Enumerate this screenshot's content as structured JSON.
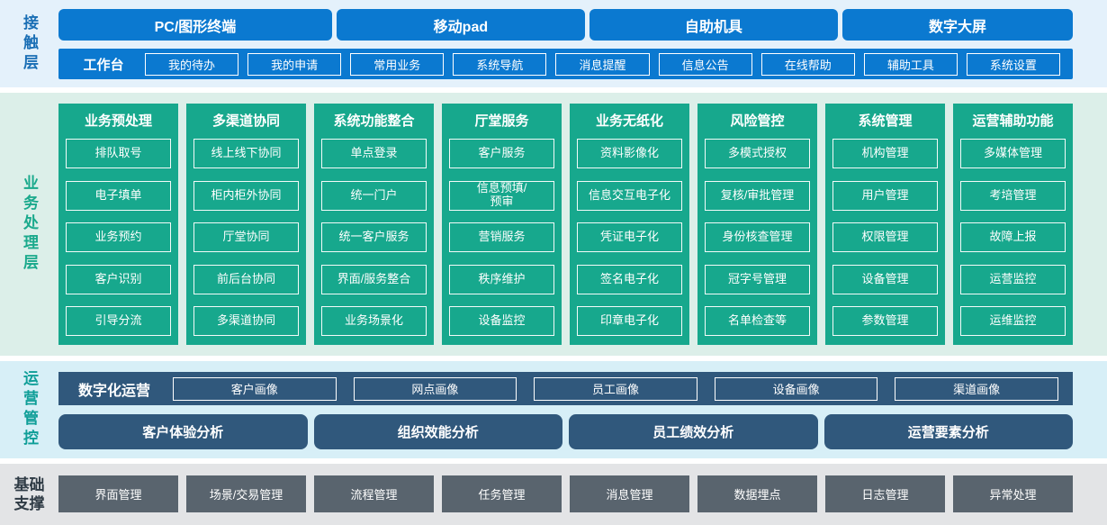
{
  "colors": {
    "contact_blue": "#0b79d0",
    "business_teal": "#17a88d",
    "operations_slate": "#30587c",
    "foundation_gray": "#59646e",
    "contact_bg": "#e4f1fb",
    "business_bg": "#dcefe9",
    "operations_bg": "#d7eff7",
    "foundation_bg": "#e3e4e6",
    "contact_label": "#1a6fb5",
    "business_label": "#1aa98c",
    "operations_label": "#0f9e98",
    "foundation_label": "#2f3b45"
  },
  "layers": {
    "contact": {
      "label": "接触层",
      "terminals": [
        "PC/图形终端",
        "移动pad",
        "自助机具",
        "数字大屏"
      ],
      "workbench": {
        "label": "工作台",
        "items": [
          "我的待办",
          "我的申请",
          "常用业务",
          "系统导航",
          "消息提醒",
          "信息公告",
          "在线帮助",
          "辅助工具",
          "系统设置"
        ]
      }
    },
    "business": {
      "label": "业务处理层",
      "columns": [
        {
          "title": "业务预处理",
          "items": [
            "排队取号",
            "电子填单",
            "业务预约",
            "客户识别",
            "引导分流"
          ]
        },
        {
          "title": "多渠道协同",
          "items": [
            "线上线下协同",
            "柜内柜外协同",
            "厅堂协同",
            "前后台协同",
            "多渠道协同"
          ]
        },
        {
          "title": "系统功能整合",
          "items": [
            "单点登录",
            "统一门户",
            "统一客户服务",
            "界面/服务整合",
            "业务场景化"
          ]
        },
        {
          "title": "厅堂服务",
          "items": [
            "客户服务",
            "信息预填/\n预审",
            "营销服务",
            "秩序维护",
            "设备监控"
          ]
        },
        {
          "title": "业务无纸化",
          "items": [
            "资料影像化",
            "信息交互电子化",
            "凭证电子化",
            "签名电子化",
            "印章电子化"
          ]
        },
        {
          "title": "风险管控",
          "items": [
            "多模式授权",
            "复核/审批管理",
            "身份核查管理",
            "冠字号管理",
            "名单检查等"
          ]
        },
        {
          "title": "系统管理",
          "items": [
            "机构管理",
            "用户管理",
            "权限管理",
            "设备管理",
            "参数管理"
          ]
        },
        {
          "title": "运营辅助功能",
          "items": [
            "多媒体管理",
            "考培管理",
            "故障上报",
            "运营监控",
            "运维监控"
          ]
        }
      ]
    },
    "operations": {
      "label": "运营管控",
      "digital": {
        "label": "数字化运营",
        "items": [
          "客户画像",
          "网点画像",
          "员工画像",
          "设备画像",
          "渠道画像"
        ]
      },
      "analysis": [
        "客户体验分析",
        "组织效能分析",
        "员工绩效分析",
        "运营要素分析"
      ]
    },
    "foundation": {
      "label": "基础支撑",
      "items": [
        "界面管理",
        "场景/交易管理",
        "流程管理",
        "任务管理",
        "消息管理",
        "数据埋点",
        "日志管理",
        "异常处理"
      ]
    }
  }
}
